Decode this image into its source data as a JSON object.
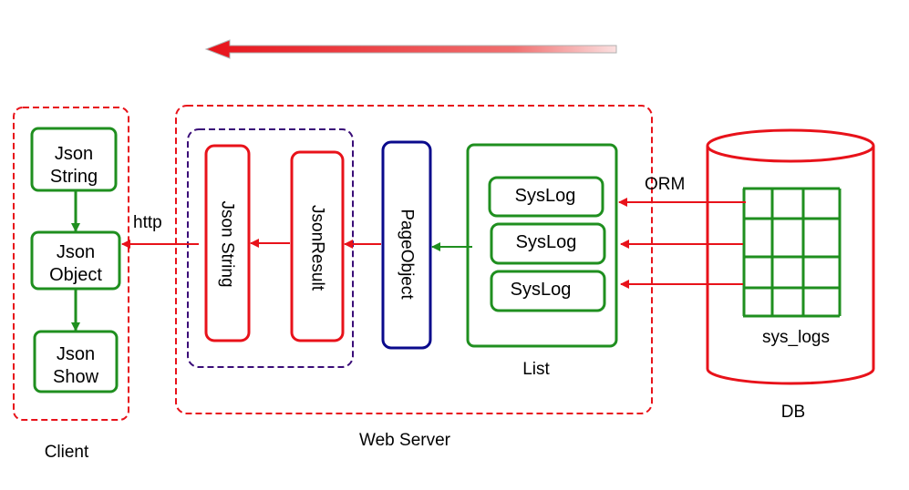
{
  "client": {
    "label": "Client",
    "boxes": [
      "Json\nString",
      "Json\nObject",
      "Json\nShow"
    ]
  },
  "web_server": {
    "label": "Web Server",
    "json_string": "Json String",
    "json_result": "JsonResult",
    "page_object": "PageObject",
    "list_label": "List",
    "syslog_items": [
      "SysLog",
      "SysLog",
      "SysLog"
    ]
  },
  "db": {
    "label": "DB",
    "table_label": "sys_logs"
  },
  "edges": {
    "http": "http",
    "orm": "ORM"
  },
  "colors": {
    "red": "#e8121a",
    "green": "#1f8f1f",
    "navy": "#0a0a8c",
    "purple": "#3a0d78"
  }
}
